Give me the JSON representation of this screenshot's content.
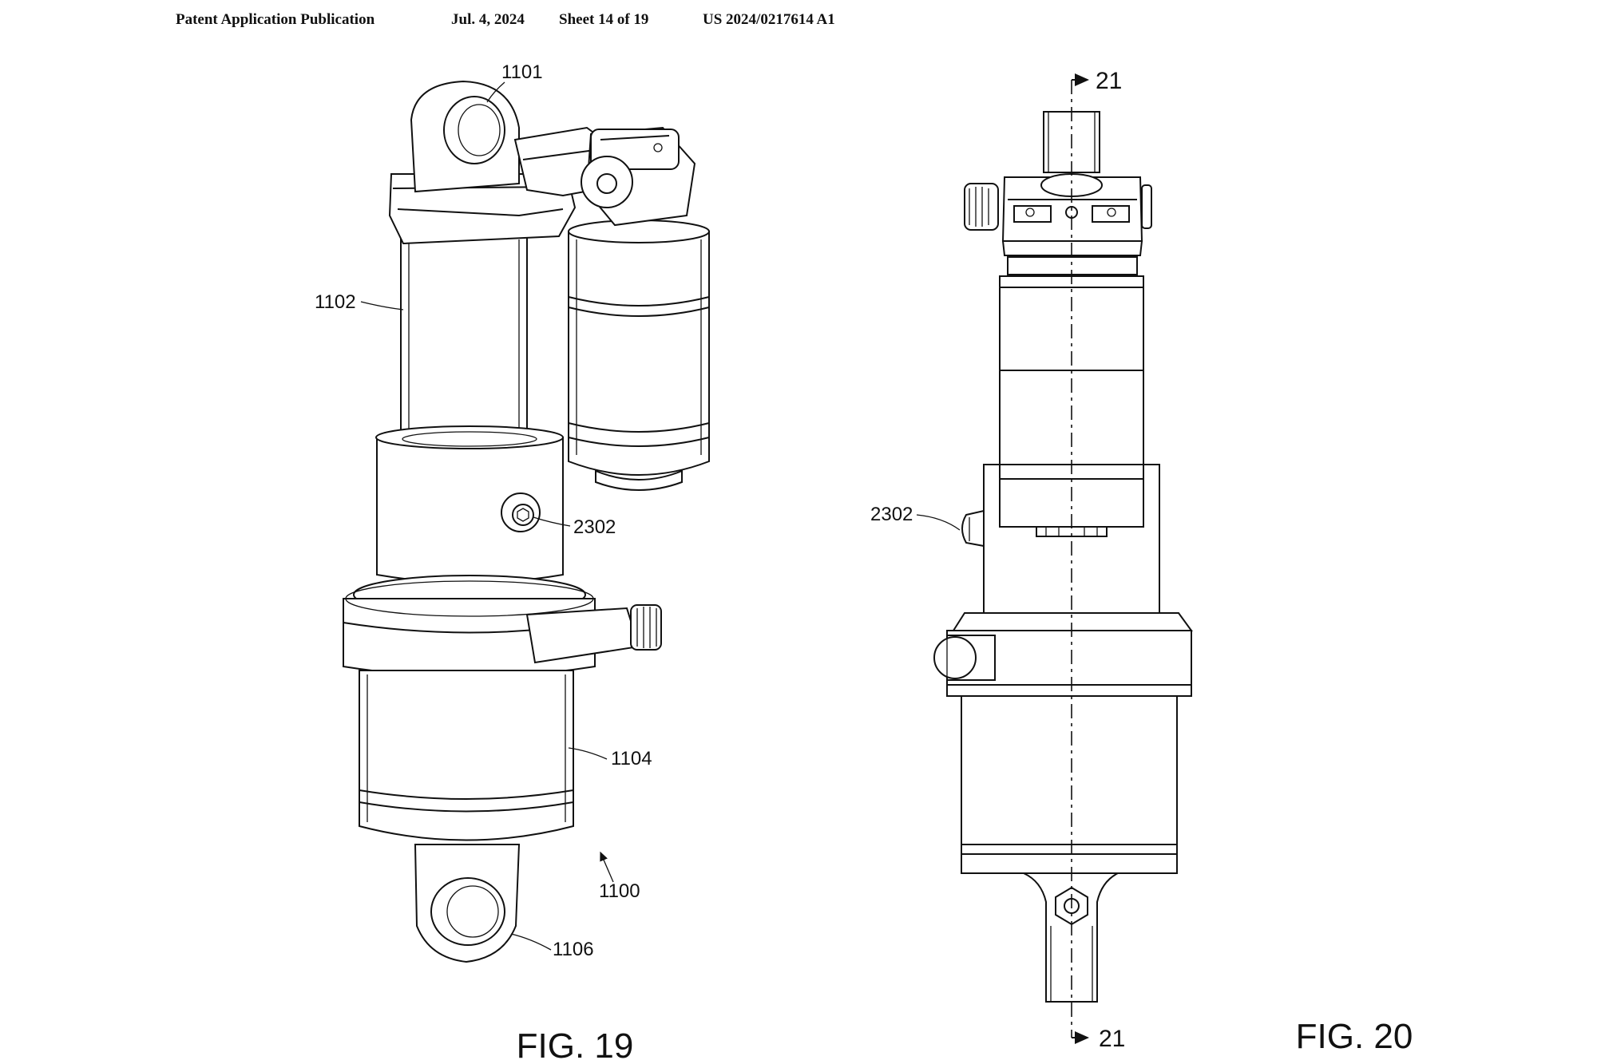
{
  "header": {
    "publication": "Patent Application Publication",
    "date": "Jul. 4, 2024",
    "sheet": "Sheet 14 of 19",
    "number": "US 2024/0217614 A1"
  },
  "fig19": {
    "caption": "FIG. 19",
    "labels": {
      "upper_eyelet": "1101",
      "body": "1102",
      "adjuster": "2302",
      "lower_sleeve": "1104",
      "assembly": "1100",
      "lower_eyelet": "1106"
    }
  },
  "fig20": {
    "caption": "FIG. 20",
    "labels": {
      "adjuster": "2302"
    },
    "section_top": "21",
    "section_bottom": "21"
  }
}
